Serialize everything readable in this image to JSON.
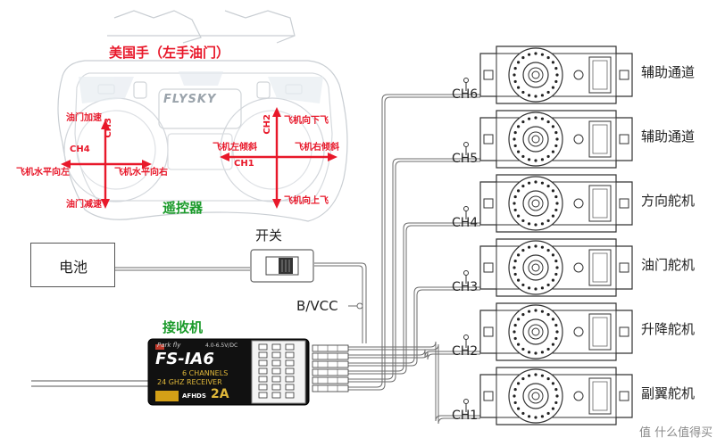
{
  "transmitter": {
    "title": "美国手（左手油门）",
    "brand": "FLYSKY",
    "caption": "遥控器",
    "left_stick": {
      "up": "油门加速",
      "down": "油门减速",
      "left": "飞机水平向左",
      "right": "飞机水平向右",
      "ch_horizontal": "CH4",
      "ch_vertical": "CH3"
    },
    "right_stick": {
      "up": "飞机向下飞",
      "down": "飞机向上飞",
      "left": "飞机左倾斜",
      "right": "飞机右倾斜",
      "ch_horizontal": "CH1",
      "ch_vertical": "CH2"
    }
  },
  "battery": {
    "label": "电池"
  },
  "switch": {
    "label": "开关"
  },
  "bvcc": {
    "label": "B/VCC"
  },
  "receiver": {
    "caption": "接收机",
    "top_small": "Park fly",
    "voltage": "4.0-6.5V/DC",
    "model": "FS-IA6",
    "line1": "6 CHANNELS",
    "line2": "24 GHZ RECEIVER",
    "afhds": "AFHDS",
    "twoa": "2A"
  },
  "servos": [
    {
      "channel": "CH6",
      "function": "辅助通道"
    },
    {
      "channel": "CH5",
      "function": "辅助通道"
    },
    {
      "channel": "CH4",
      "function": "方向舵机"
    },
    {
      "channel": "CH3",
      "function": "油门舵机"
    },
    {
      "channel": "CH2",
      "function": "升降舵机"
    },
    {
      "channel": "CH1",
      "function": "副翼舵机"
    }
  ],
  "watermark": "值 什么值得买",
  "colors": {
    "accent_red": "#e8182a",
    "accent_green": "#1a9a2a",
    "line": "#555555"
  }
}
